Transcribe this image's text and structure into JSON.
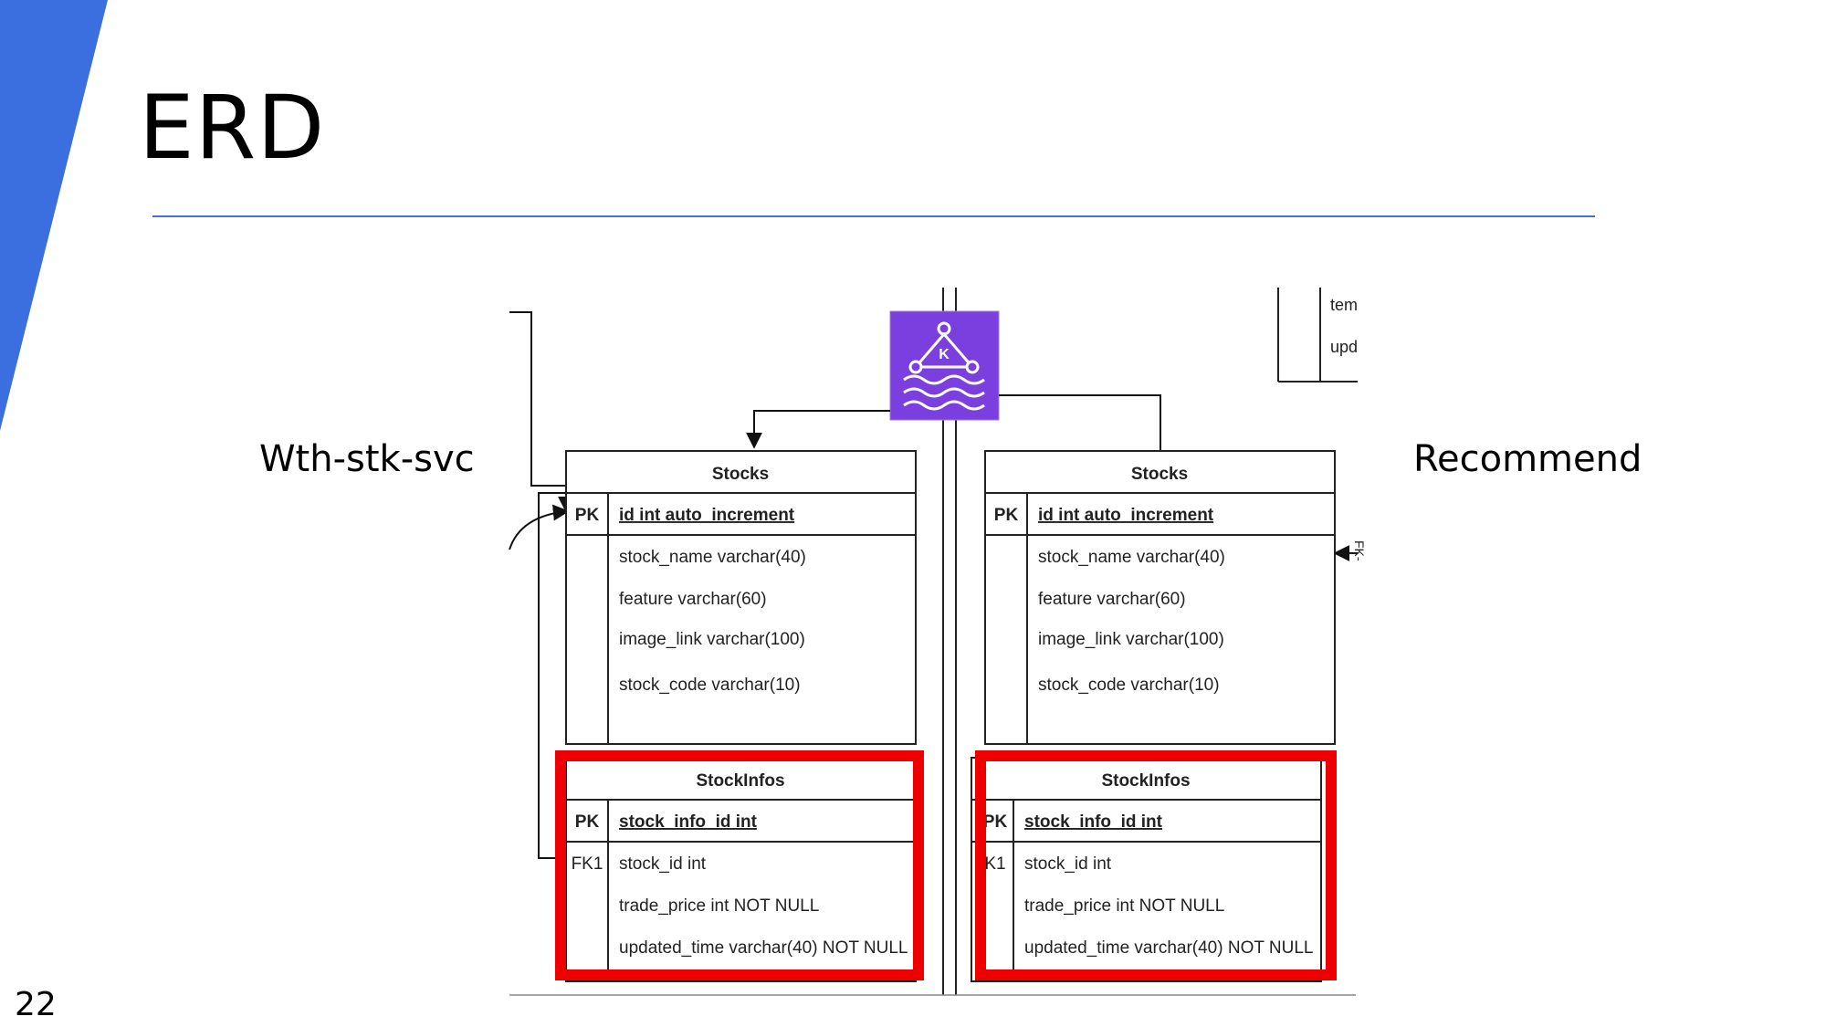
{
  "slide": {
    "title": "ERD",
    "page_number": "22",
    "accent_color": "#3b6fe0",
    "rule_color": "#4a6fd1",
    "highlight_color": "#ee0000"
  },
  "labels": {
    "left_service": "Wth-stk-svc",
    "right_service": "Recommend"
  },
  "kafka_icon": {
    "letter": "K",
    "color": "#7b3fe0",
    "icon": "kafka-icon"
  },
  "left_db": {
    "stocks": {
      "title": "Stocks",
      "pk_label": "PK",
      "pk_field": "id int auto_increment",
      "fields": [
        "stock_name varchar(40)",
        "feature varchar(60)",
        "image_link varchar(100)",
        "stock_code varchar(10)"
      ]
    },
    "stockinfos": {
      "title": "StockInfos",
      "pk_label": "PK",
      "pk_field": "stock_info_id int",
      "fk_label": "FK1",
      "fields": [
        "stock_id int",
        "trade_price int NOT NULL",
        "updated_time varchar(40) NOT NULL"
      ]
    }
  },
  "right_db": {
    "stocks": {
      "title": "Stocks",
      "pk_label": "PK",
      "pk_field": "id int auto_increment",
      "fields": [
        "stock_name varchar(40)",
        "feature varchar(60)",
        "image_link varchar(100)",
        "stock_code varchar(10)"
      ]
    },
    "stockinfos": {
      "title": "StockInfos",
      "pk_label": "PK",
      "pk_field": "stock_info_id int",
      "fk_label": "K1",
      "fields": [
        "stock_id int",
        "trade_price int NOT NULL",
        "updated_time varchar(40) NOT NULL"
      ]
    },
    "partial_table": {
      "fields": [
        "tem",
        "upd"
      ]
    },
    "edge_note": "FK-"
  }
}
